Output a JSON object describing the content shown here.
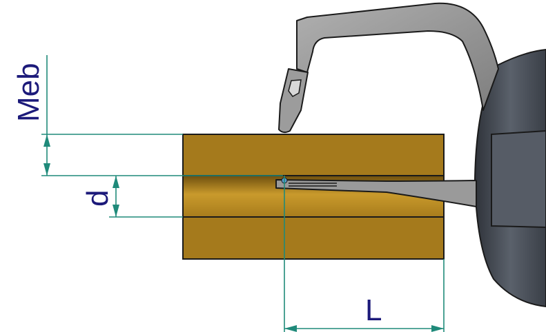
{
  "labels": {
    "meb": "Meb",
    "d": "d",
    "L": "L"
  },
  "colors": {
    "label": "#1c1a7a",
    "dimension_line": "#1f8a7a",
    "workpiece_gold": "#a57a1c",
    "workpiece_light": "#c89a30",
    "gauge_body": "#4a4f57",
    "arm_gray": "#8a8a8a"
  }
}
